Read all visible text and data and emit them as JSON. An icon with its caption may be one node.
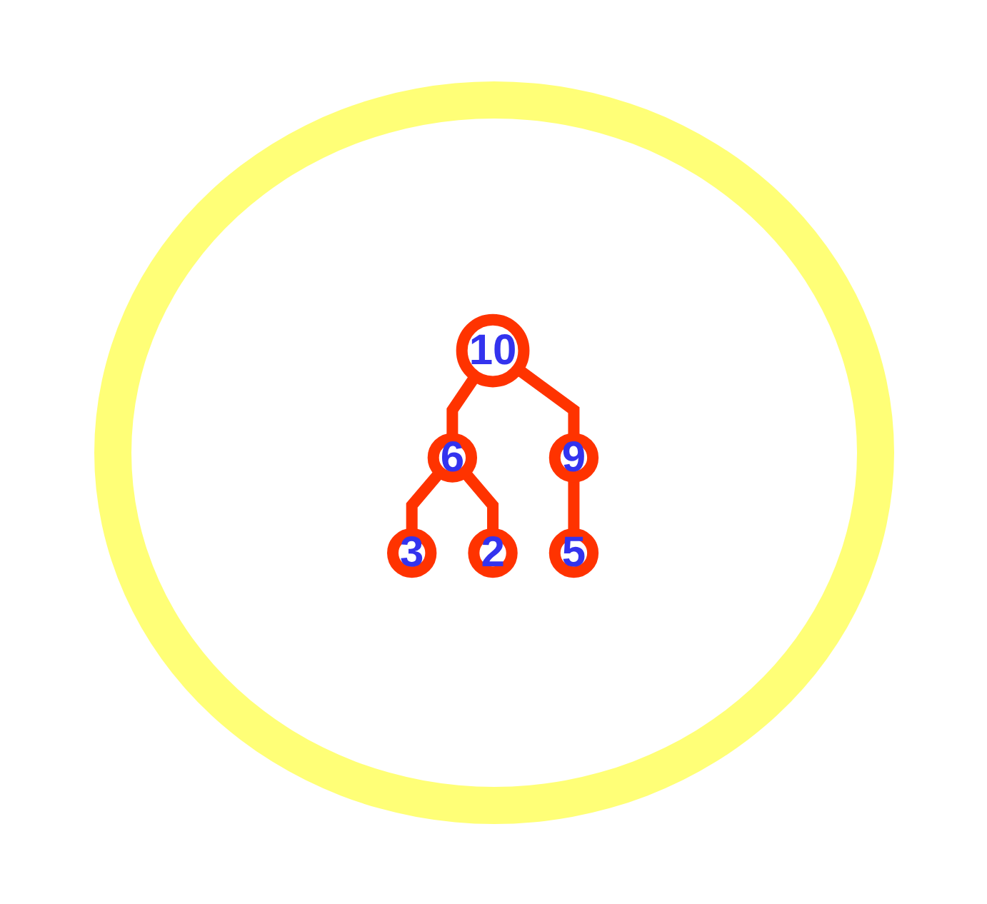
{
  "diagram": {
    "nodes": [
      {
        "text": [
          "10"
        ]
      },
      {
        "text": [
          "6"
        ]
      },
      {
        "text": [
          "9"
        ]
      },
      {
        "text": [
          "3"
        ]
      },
      {
        "text": [
          "2"
        ]
      },
      {
        "text": [
          "5"
        ]
      }
    ],
    "edges": [
      {
        "from": 0,
        "to": 1,
        "arrow": "none"
      },
      {
        "from": 0,
        "to": 2,
        "arrow": "none"
      },
      {
        "from": 1,
        "to": 3,
        "arrow": "none"
      },
      {
        "from": 1,
        "to": 4,
        "arrow": "none"
      },
      {
        "from": 2,
        "to": 5,
        "arrow": "none"
      }
    ]
  }
}
